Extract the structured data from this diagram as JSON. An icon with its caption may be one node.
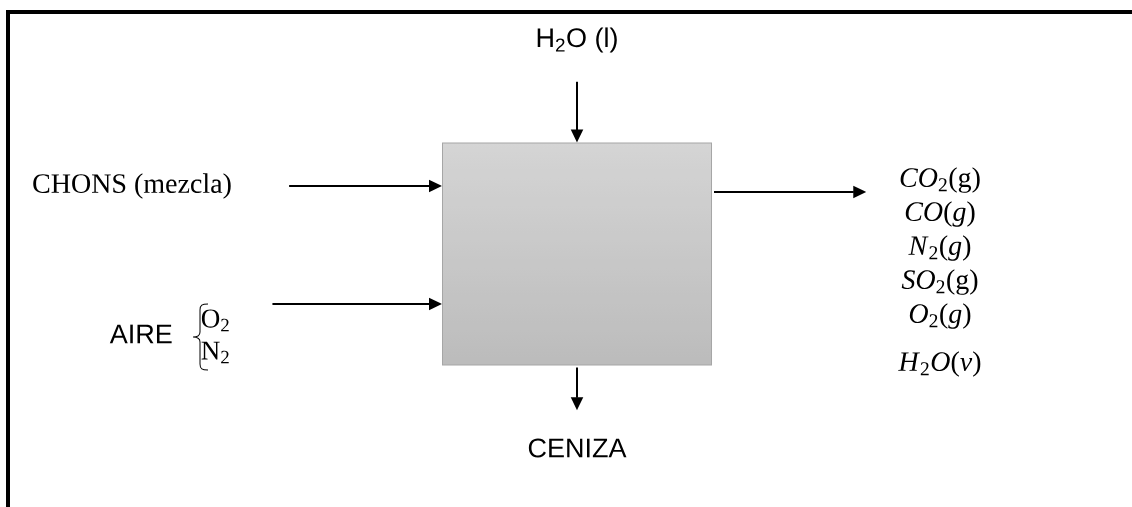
{
  "diagram": {
    "nodes": [
      {
        "text": [],
        "shape": "box"
      },
      {
        "text": [
          "CHONS (mezcla)"
        ]
      },
      {
        "text": [
          "AIRE",
          "O$_{2}$",
          "N$_{2}$"
        ]
      },
      {
        "text": [
          "H$_{2}$O (l)"
        ]
      },
      {
        "text": [
          "CENIZA"
        ]
      },
      {
        "text": [
          "*CO*$_{2}$(g)",
          "*CO*(*g*)",
          "*N*$_{2}$(*g*)",
          "*SO*$_{2}$(g)",
          "*O*$_{2}$(*g*)",
          "*H*$_{2}$*O*(*v*)"
        ]
      }
    ],
    "edges": [
      {
        "from": 1,
        "to": 0,
        "arrow": "to"
      },
      {
        "from": 2,
        "to": 0,
        "arrow": "to"
      },
      {
        "from": 3,
        "to": 0,
        "arrow": "to"
      },
      {
        "from": 0,
        "to": 4,
        "arrow": "to"
      },
      {
        "from": 0,
        "to": 5,
        "arrow": "to"
      }
    ]
  }
}
